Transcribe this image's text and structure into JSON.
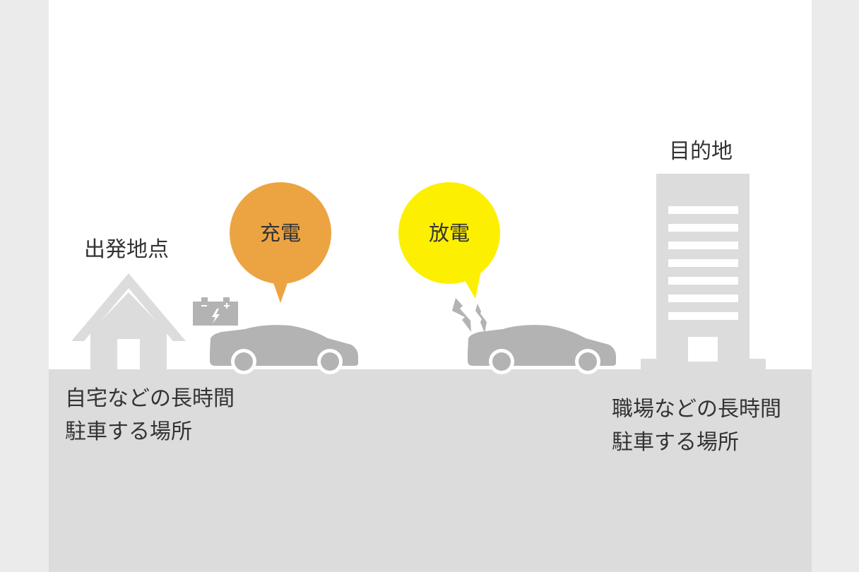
{
  "labels": {
    "origin": "出発地点",
    "destination": "目的地"
  },
  "bubbles": {
    "charge": {
      "text": "充電",
      "color": "#eca442"
    },
    "discharge": {
      "text": "放電",
      "color": "#fcef00"
    }
  },
  "descriptions": {
    "home": {
      "line1": "自宅などの長時間",
      "line2": "駐車する場所"
    },
    "work": {
      "line1": "職場などの長時間",
      "line2": "駐車する場所"
    }
  },
  "icons": [
    "house-icon",
    "battery-icon",
    "car-icon",
    "lightning-icon",
    "office-building-icon"
  ],
  "colors": {
    "background": "#ffffff",
    "outer_margin": "#ebebeb",
    "ground": "#dcdcdc",
    "building": "#dcdcdc",
    "car": "#b3b3b3",
    "text": "#333333"
  }
}
